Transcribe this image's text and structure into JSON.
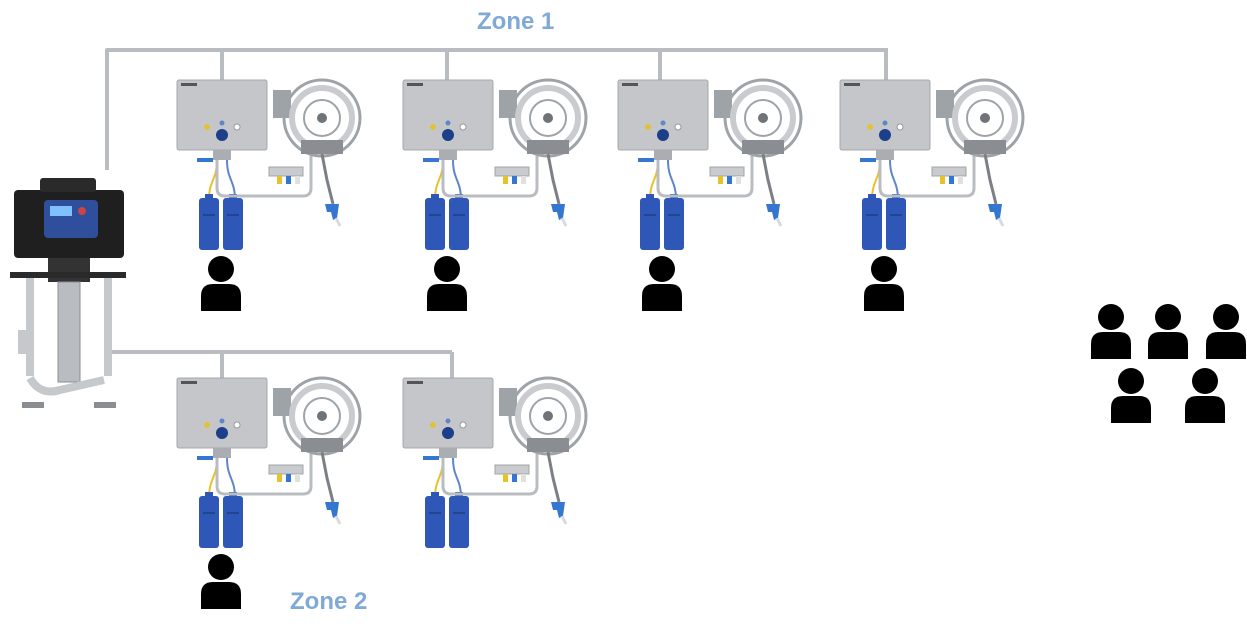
{
  "zones": [
    {
      "label": "Zone 1"
    },
    {
      "label": "Zone 2"
    }
  ],
  "colors": {
    "zone_label": "#7fa9d6",
    "pipe": "#b9bcc0",
    "cabinet": "#c4c6c9",
    "steel": "#9ea3a8",
    "canister": "#2f57b8",
    "gun": "#3476d0",
    "hose_yellow": "#e8c22a",
    "hose_blue": "#5f87c8",
    "person": "#000000",
    "pump_body": "#1f1f1f",
    "pump_panel": "#2f4f9c"
  },
  "stations": [
    {
      "zone": 1,
      "cabinet_icon": "control-cabinet-icon",
      "reel_icon": "hose-reel-icon",
      "gun_icon": "spray-gun-icon",
      "canisters": 2,
      "operator": "person-icon"
    },
    {
      "zone": 1,
      "cabinet_icon": "control-cabinet-icon",
      "reel_icon": "hose-reel-icon",
      "gun_icon": "spray-gun-icon",
      "canisters": 2,
      "operator": "person-icon"
    },
    {
      "zone": 1,
      "cabinet_icon": "control-cabinet-icon",
      "reel_icon": "hose-reel-icon",
      "gun_icon": "spray-gun-icon",
      "canisters": 2,
      "operator": "person-icon"
    },
    {
      "zone": 1,
      "cabinet_icon": "control-cabinet-icon",
      "reel_icon": "hose-reel-icon",
      "gun_icon": "spray-gun-icon",
      "canisters": 2,
      "operator": "person-icon"
    },
    {
      "zone": 2,
      "cabinet_icon": "control-cabinet-icon",
      "reel_icon": "hose-reel-icon",
      "gun_icon": "spray-gun-icon",
      "canisters": 2,
      "operator": "person-icon"
    },
    {
      "zone": 2,
      "cabinet_icon": "control-cabinet-icon",
      "reel_icon": "hose-reel-icon",
      "gun_icon": "spray-gun-icon",
      "canisters": 2,
      "operator": null
    }
  ],
  "waiting_group": {
    "count": 5,
    "icon": "person-icon"
  },
  "pump_unit": {
    "icon": "booster-pump-icon"
  }
}
